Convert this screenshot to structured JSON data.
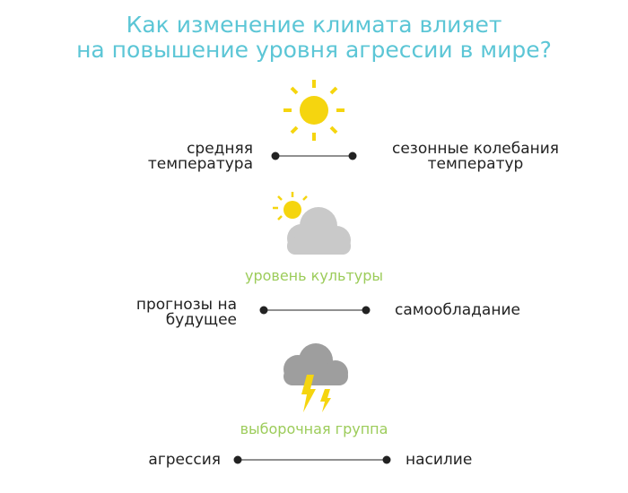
{
  "title": {
    "line1": "Как изменение климата влияет",
    "line2": "на повышение уровня агрессии в мире?"
  },
  "sections": [
    {
      "icon": "sun-icon",
      "caption": "",
      "left": {
        "line1": "средняя",
        "line2": "температура"
      },
      "right": {
        "line1": "сезонные колебания",
        "line2": "температур"
      }
    },
    {
      "icon": "cloud-sun-icon",
      "caption": "уровень культуры",
      "left": {
        "line1": "прогнозы на",
        "line2": "будущее"
      },
      "right": {
        "line1": "самообладание"
      }
    },
    {
      "icon": "storm-cloud-icon",
      "caption": "выборочная группа",
      "left": {
        "line1": "агрессия"
      },
      "right": {
        "line1": "насилие"
      }
    }
  ],
  "colors": {
    "title": "#5cc6d6",
    "caption": "#9ccc5a",
    "sun": "#f5d50f",
    "cloud": "#c9c9c9",
    "storm_cloud": "#9e9e9e",
    "lightning": "#f5d50f",
    "connector": "#222222"
  }
}
